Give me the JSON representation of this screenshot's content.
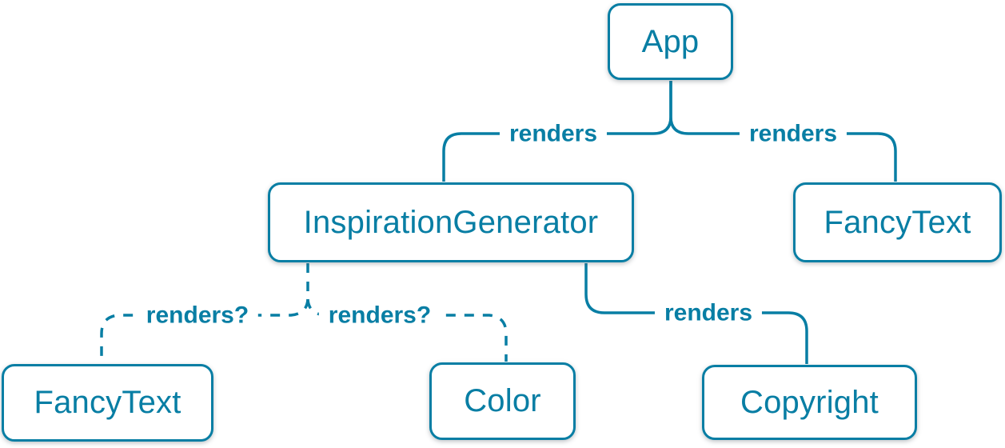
{
  "diagram": {
    "type": "component-render-tree",
    "colors": {
      "accent": "#087ea4",
      "node_background": "#ffffff"
    },
    "nodes": [
      {
        "id": "app",
        "label": "App"
      },
      {
        "id": "inspiration-generator",
        "label": "InspirationGenerator"
      },
      {
        "id": "fancy-text-right",
        "label": "FancyText"
      },
      {
        "id": "fancy-text-left",
        "label": "FancyText"
      },
      {
        "id": "color",
        "label": "Color"
      },
      {
        "id": "copyright",
        "label": "Copyright"
      }
    ],
    "edges": [
      {
        "from": "App",
        "to": "InspirationGenerator",
        "label": "renders",
        "style": "solid"
      },
      {
        "from": "App",
        "to": "FancyText",
        "label": "renders",
        "style": "solid"
      },
      {
        "from": "InspirationGenerator",
        "to": "FancyText",
        "label": "renders?",
        "style": "dashed"
      },
      {
        "from": "InspirationGenerator",
        "to": "Color",
        "label": "renders?",
        "style": "dashed"
      },
      {
        "from": "InspirationGenerator",
        "to": "Copyright",
        "label": "renders",
        "style": "solid"
      }
    ]
  }
}
